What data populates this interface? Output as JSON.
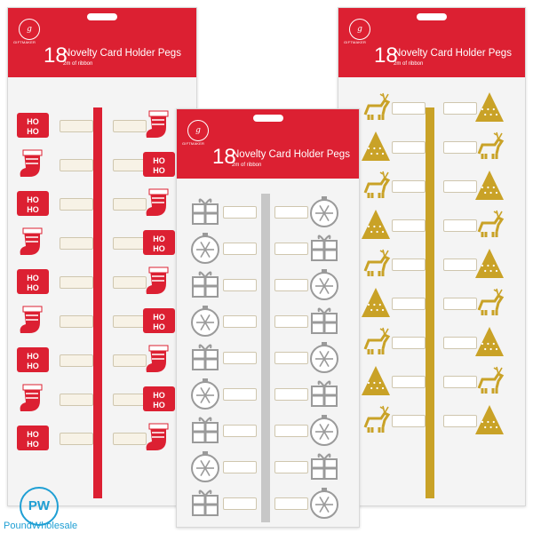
{
  "packs": [
    {
      "brand_logo": "gift",
      "brand_name": "GIFTMAKER",
      "count": "18",
      "title": "Novelty Card Holder Pegs",
      "subtitle": "2m of ribbon",
      "theme": "red",
      "motifs": [
        "ho-ho-ho-sign",
        "stocking"
      ],
      "colors": {
        "header": "#dc2032",
        "ribbon": "#dc2032",
        "motif": "#dc2032",
        "peg": "#f7f2e6"
      }
    },
    {
      "brand_logo": "gift",
      "brand_name": "GIFTMAKER",
      "count": "18",
      "title": "Novelty Card Holder Pegs",
      "subtitle": "2m of ribbon",
      "theme": "silver",
      "motifs": [
        "present",
        "snowflake-bauble"
      ],
      "colors": {
        "header": "#dc2032",
        "ribbon": "#c7c7c7",
        "motif": "#9a9a9a",
        "peg": "#ffffff"
      }
    },
    {
      "brand_logo": "gift",
      "brand_name": "GIFTMAKER",
      "count": "18",
      "title": "Novelty Card Holder Pegs",
      "subtitle": "2m of ribbon",
      "theme": "gold",
      "motifs": [
        "reindeer",
        "christmas-tree"
      ],
      "colors": {
        "header": "#dc2032",
        "ribbon": "#c9a227",
        "motif": "#c9a227",
        "peg": "#ffffff"
      }
    }
  ],
  "watermark": {
    "logo_text": "PW",
    "text": "PoundWholesale",
    "color": "#1f9fd4"
  }
}
